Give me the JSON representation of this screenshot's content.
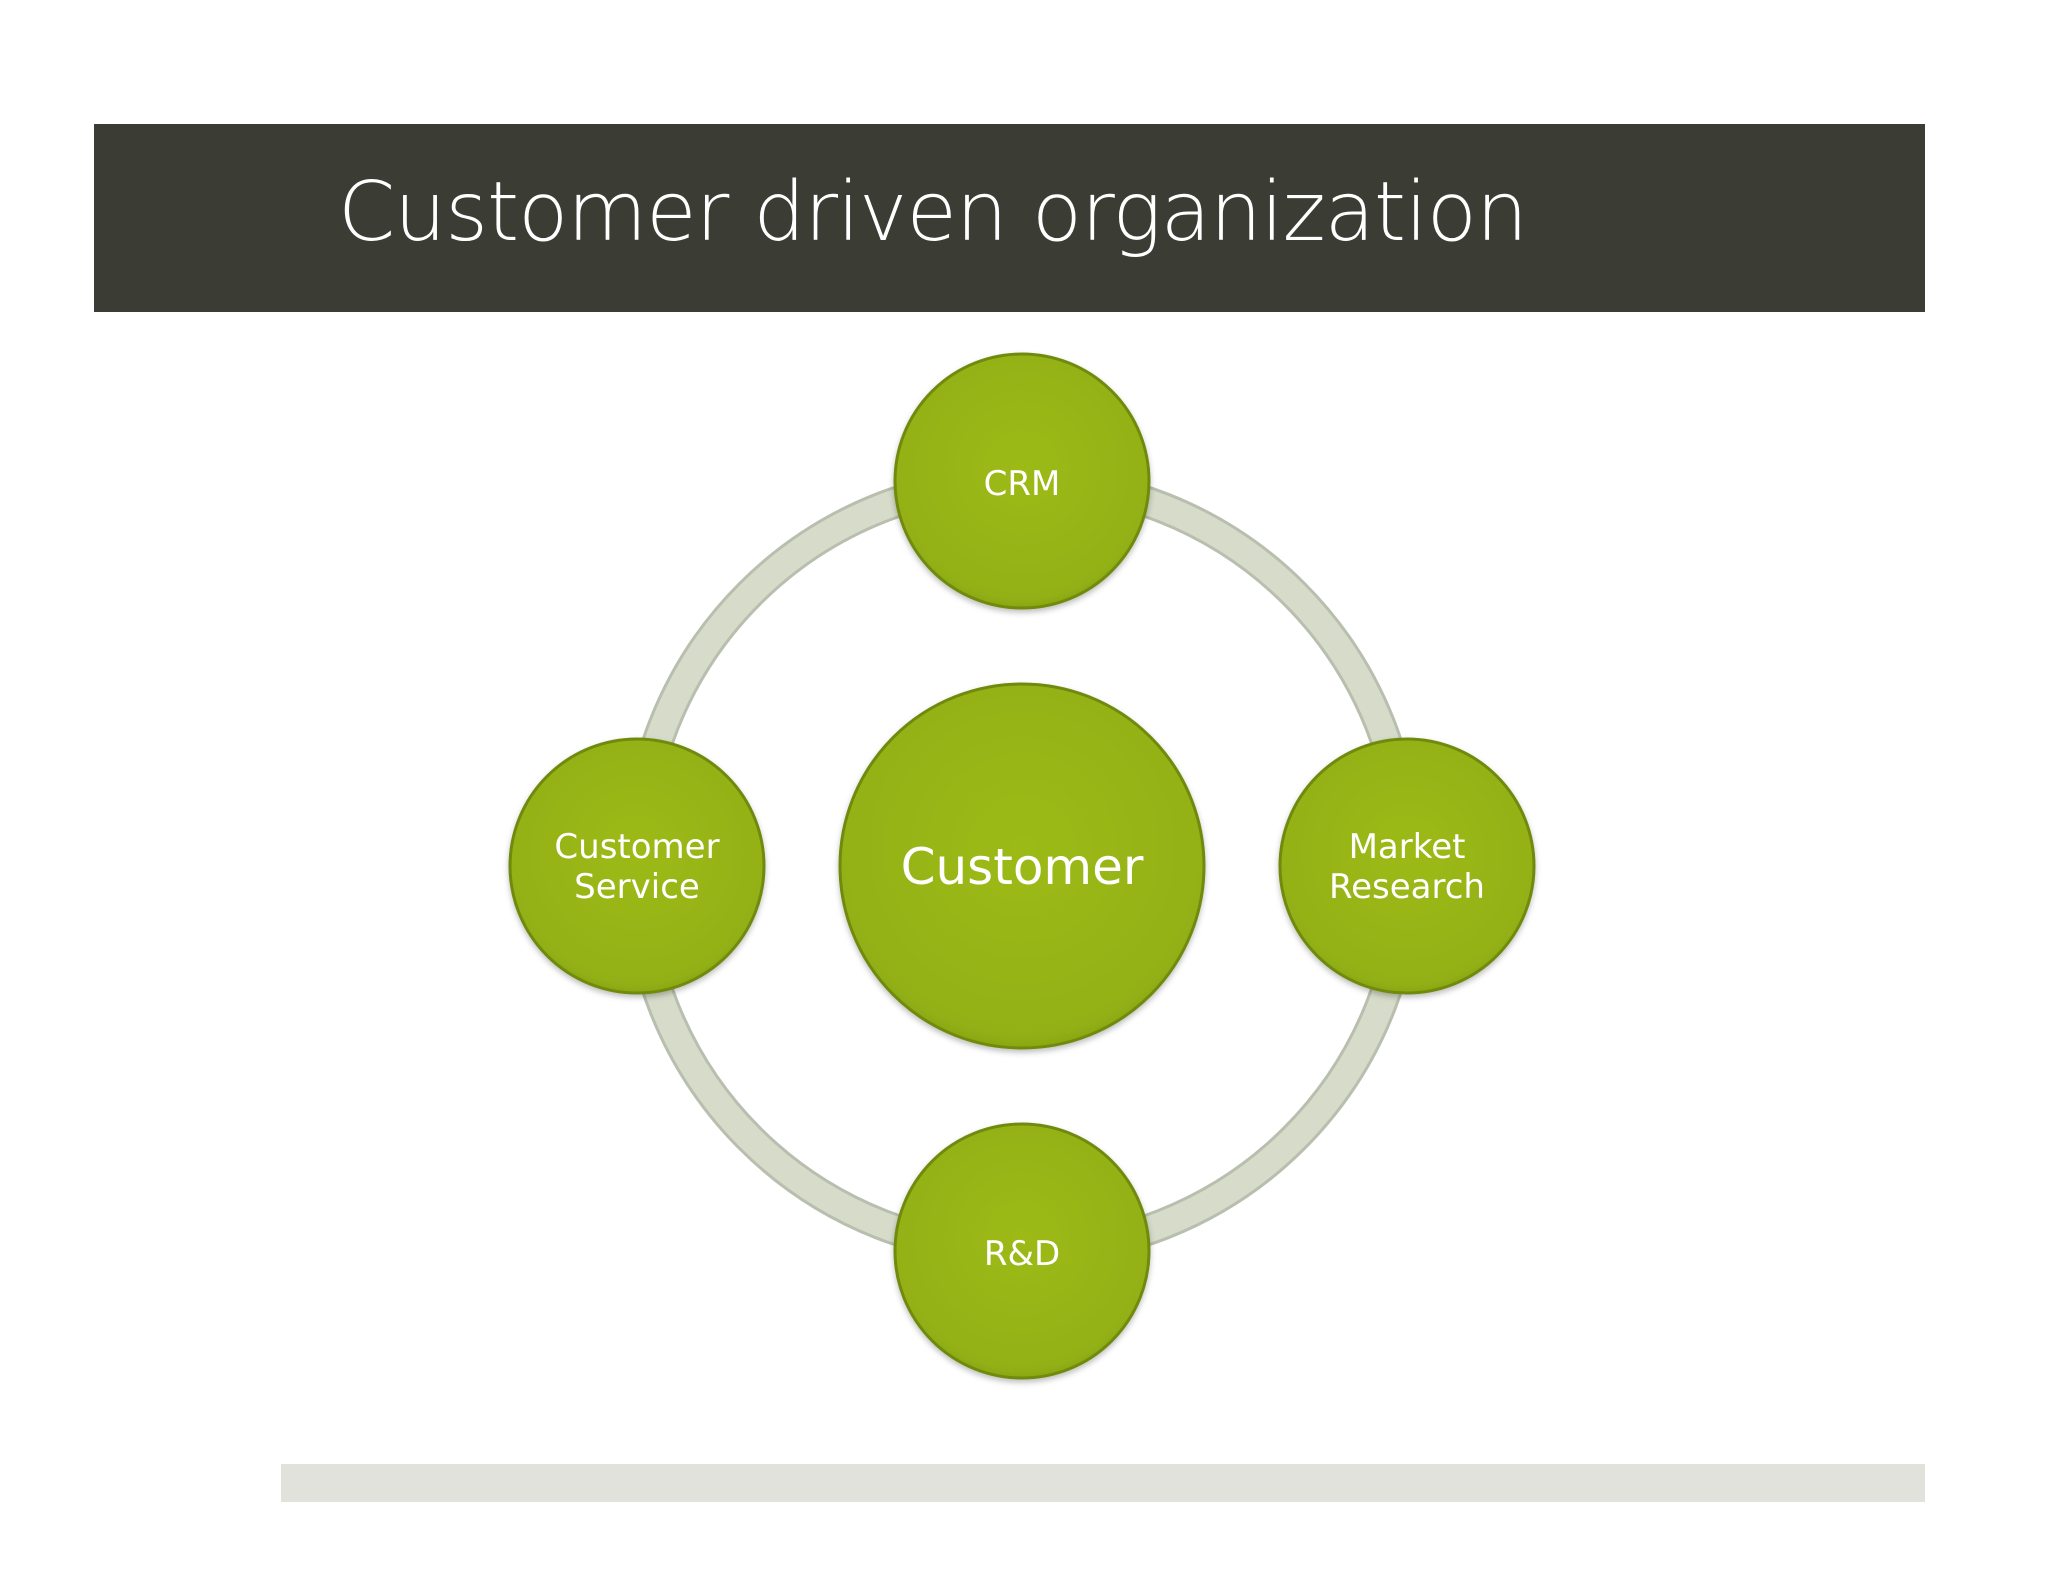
{
  "title": "Customer driven organization",
  "diagram": {
    "type": "cycle",
    "center": "Customer",
    "nodes": [
      {
        "lines": [
          "CRM"
        ]
      },
      {
        "lines": [
          "Market",
          "Research"
        ]
      },
      {
        "lines": [
          "R&D"
        ]
      },
      {
        "lines": [
          "Customer",
          "Service"
        ]
      }
    ]
  },
  "colors": {
    "title_bar": "#3b3c34",
    "node_fill": "#93b113",
    "node_stroke": "#6f8a0b",
    "ring": "#d6dcc9",
    "footer_bar": "#e1e2dc"
  }
}
